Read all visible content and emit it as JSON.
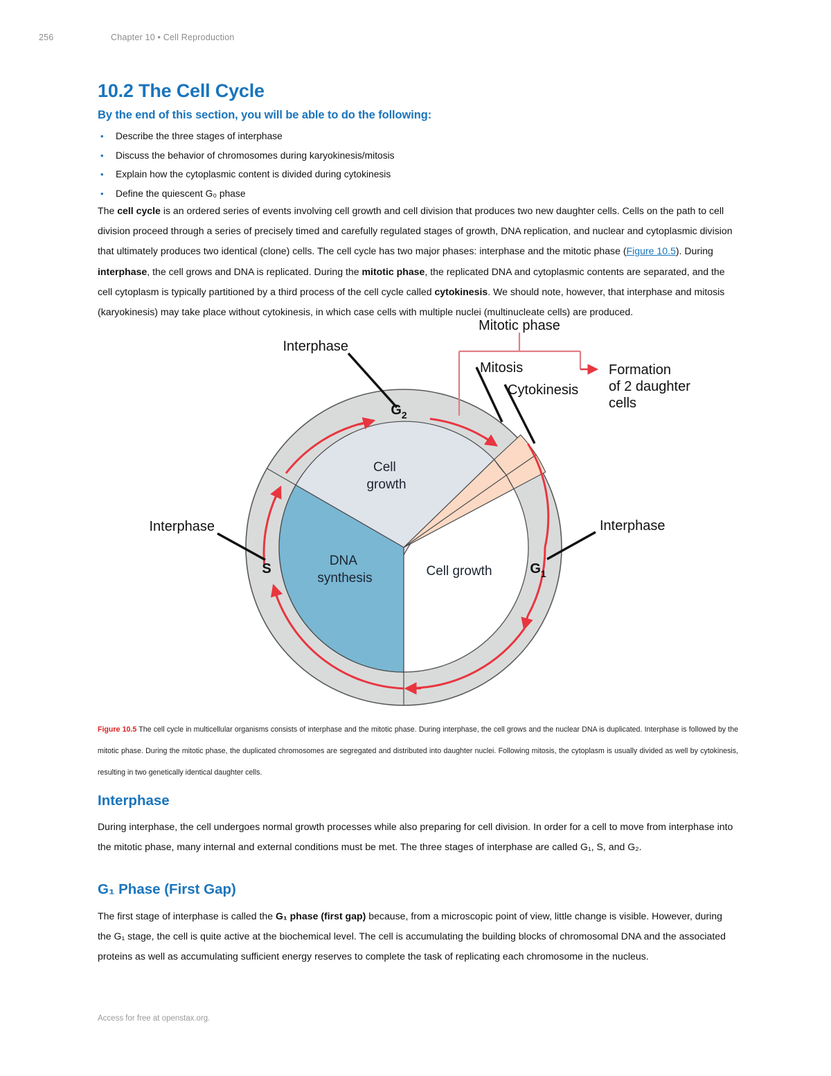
{
  "running_head": {
    "page_number": "256",
    "chapter": "Chapter 10 • Cell Reproduction"
  },
  "section": {
    "title": "10.2 The Cell Cycle",
    "objectives_heading": "By the end of this section, you will be able to do the following:",
    "objectives": [
      "Describe the three stages of interphase",
      "Discuss the behavior of chromosomes during karyokinesis/mitosis",
      "Explain how the cytoplasmic content is divided during cytokinesis",
      "Define the quiescent G₀ phase"
    ]
  },
  "intro_paragraph": {
    "segments": [
      {
        "t": "The ",
        "style": "normal"
      },
      {
        "t": "cell cycle",
        "style": "bold"
      },
      {
        "t": " is an ordered series of events involving cell growth and cell division that produces two new daughter cells. Cells on the path to cell division proceed through a series of precisely timed and carefully regulated stages of growth, DNA replication, and nuclear and cytoplasmic division that ultimately produces two identical (clone) cells. The cell cycle has two major phases: interphase and the mitotic phase (",
        "style": "normal"
      },
      {
        "t": "Figure 10.5",
        "style": "link"
      },
      {
        "t": "). During ",
        "style": "normal"
      },
      {
        "t": "interphase",
        "style": "bold"
      },
      {
        "t": ", the cell grows and DNA is replicated. During the ",
        "style": "normal"
      },
      {
        "t": "mitotic phase",
        "style": "bold"
      },
      {
        "t": ", the replicated DNA and cytoplasmic contents are separated, and the cell cytoplasm is typically partitioned by a third process of the cell cycle called ",
        "style": "normal"
      },
      {
        "t": "cytokinesis",
        "style": "bold"
      },
      {
        "t": ". We should note, however, that interphase and mitosis (karyokinesis) may take place without cytokinesis, in which case cells with multiple nuclei (multinucleate cells) are produced.",
        "style": "normal"
      }
    ]
  },
  "figure": {
    "caption_number": "Figure 10.5",
    "caption_text": " The cell cycle in multicellular organisms consists of interphase and the mitotic phase. During interphase, the cell grows and the nuclear DNA is duplicated. Interphase is followed by the mitotic phase. During the mitotic phase, the duplicated chromosomes are segregated and distributed into daughter nuclei. Following mitosis, the cytoplasm is usually divided as well by cytokinesis, resulting in two genetically identical daughter cells.",
    "labels": {
      "interphase_top_left": "Interphase",
      "interphase_left": "Interphase",
      "interphase_right": "Interphase",
      "mitotic_phase": "Mitotic phase",
      "mitosis": "Mitosis",
      "cytokinesis": "Cytokinesis",
      "formation_line1": "Formation",
      "formation_line2": "of 2 daughter",
      "formation_line3": "cells",
      "ring_g2": "G",
      "ring_g2_sub": "2",
      "ring_s": "S",
      "ring_g1": "G",
      "ring_g1_sub": "1",
      "sector_cell_growth_top_line1": "Cell",
      "sector_cell_growth_top_line2": "growth",
      "sector_dna_line1": "DNA",
      "sector_dna_line2": "synthesis",
      "sector_cell_growth_right": "Cell growth"
    },
    "colors": {
      "ring_gray": "#d9dbdb",
      "g2_sector": "#dfe3ea",
      "s_sector": "#79b7d3",
      "g1_sector": "#e5dcea",
      "mitotic_sector": "#fbd9c4",
      "arrow_red": "#e8363f",
      "outline": "#4a4a4a"
    }
  },
  "interphase_section": {
    "heading": "Interphase",
    "segments": [
      {
        "t": "During interphase, the cell undergoes normal growth processes while also preparing for cell division. In order for a cell to move from interphase into the mitotic phase, many internal and external conditions must be met. The three stages of interphase are called G₁, S, and G₂.",
        "style": "normal"
      }
    ]
  },
  "g1_section": {
    "heading": "G₁ Phase (First Gap)",
    "segments": [
      {
        "t": "The first stage of interphase is called the ",
        "style": "normal"
      },
      {
        "t": "G₁ phase (first gap)",
        "style": "bold"
      },
      {
        "t": " because, from a microscopic point of view, little change is visible. However, during the G₁ stage, the cell is quite active at the biochemical level. The cell is accumulating the building blocks of chromosomal DNA and the associated proteins as well as accumulating sufficient energy reserves to complete the task of replicating each chromosome in the nucleus.",
        "style": "normal"
      }
    ]
  },
  "footer": {
    "text": "Access for free at openstax.org."
  }
}
